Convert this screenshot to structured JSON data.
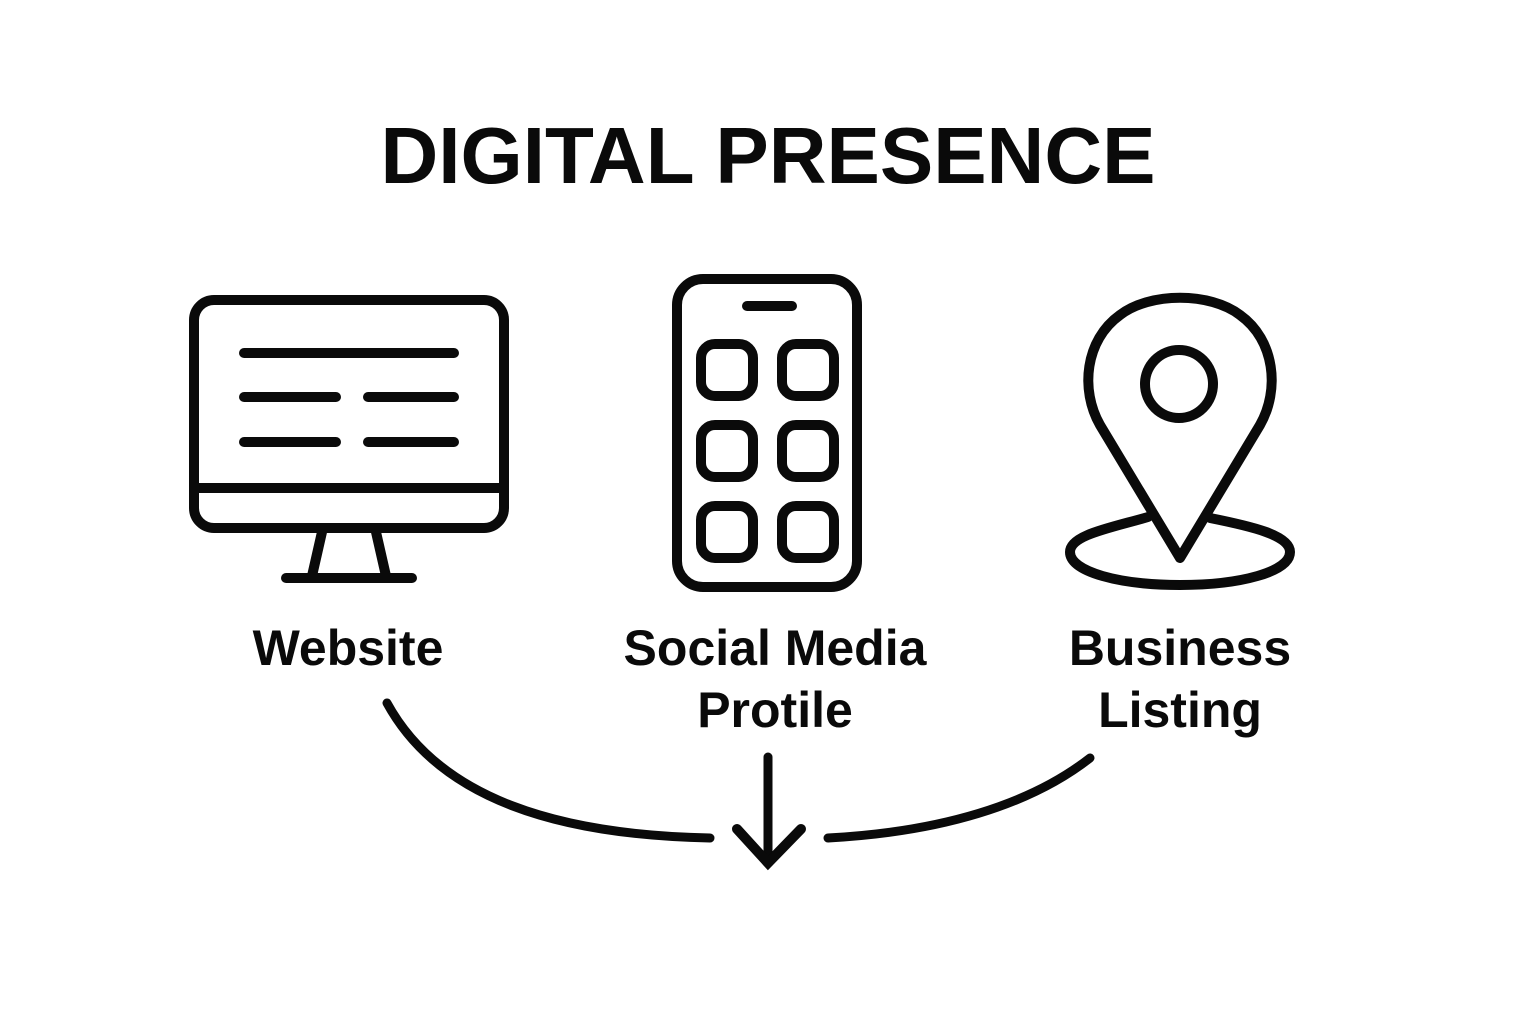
{
  "title": "DIGITAL PRESENCE",
  "colors": {
    "background": "#ffffff",
    "stroke": "#0a0a0a",
    "text": "#0a0a0a"
  },
  "items": [
    {
      "label_line1": "Website",
      "label_line2": "",
      "icon": "monitor-icon"
    },
    {
      "label_line1": "Social Media",
      "label_line2": "Protile",
      "icon": "smartphone-apps-icon"
    },
    {
      "label_line1": "Business",
      "label_line2": "Listing",
      "icon": "location-pin-icon"
    }
  ],
  "connectors": {
    "left_curve": "curved line from Website toward center",
    "center_arrow": "downward arrow from Social Media Profile",
    "right_curve": "curved line from Business Listing toward center"
  }
}
